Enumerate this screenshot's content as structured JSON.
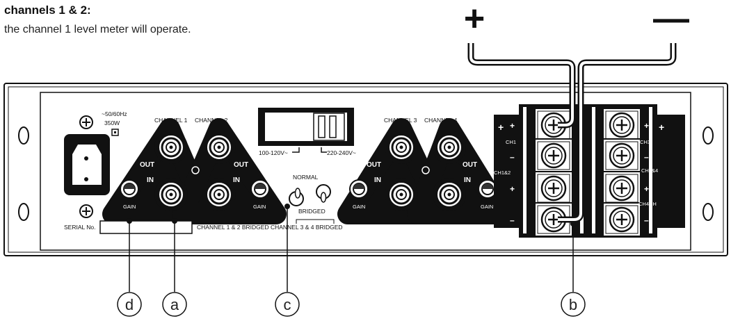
{
  "header": {
    "title": "channels 1 & 2:",
    "subtitle": "the channel 1 level meter will operate."
  },
  "power": {
    "rating": "~50/60Hz",
    "watts": "350W"
  },
  "labels": {
    "channel1": "CHANNEL 1",
    "channel2": "CHANNEL 2",
    "channel3": "CHANNEL 3",
    "channel4": "CHANNEL 4",
    "voltage_low": "100-120V~",
    "voltage_high": "220-240V~",
    "out": "OUT",
    "in": "IN",
    "gain": "GAIN",
    "normal": "NORMAL",
    "bridged": "BRIDGED",
    "serial": "SERIAL No.",
    "bridged_note": "CHANNEL 1 & 2 BRIDGED CHANNEL 3 & 4 BRIDGED"
  },
  "terminals": {
    "ch1": "CH1",
    "ch3": "CH3",
    "ch12": "CH1&2",
    "ch34": "CH3&4",
    "ch4": "CH4CH",
    "plus": "+",
    "minus": "–"
  },
  "polarity": {
    "plus": "+",
    "minus": "—"
  },
  "callouts": {
    "a": "a",
    "b": "b",
    "c": "c",
    "d": "d"
  }
}
